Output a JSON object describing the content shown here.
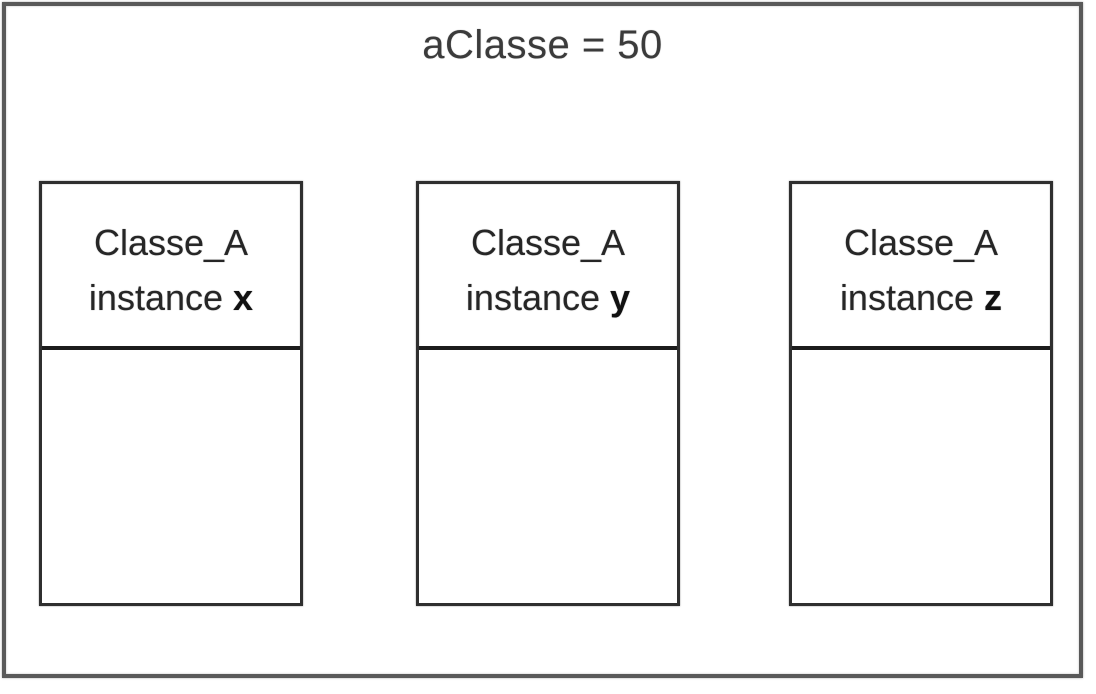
{
  "diagram": {
    "title": "aClasse = 50",
    "instances": [
      {
        "class_name": "Classe_A",
        "label_prefix": "instance",
        "instance_name": "x"
      },
      {
        "class_name": "Classe_A",
        "label_prefix": "instance",
        "instance_name": "y"
      },
      {
        "class_name": "Classe_A",
        "label_prefix": "instance",
        "instance_name": "z"
      }
    ],
    "colors": {
      "background": "#ffffff",
      "outer_border": "#595959",
      "instance_border": "#2f2f2f",
      "divider": "#1c1c1c",
      "text": "#262626"
    }
  }
}
